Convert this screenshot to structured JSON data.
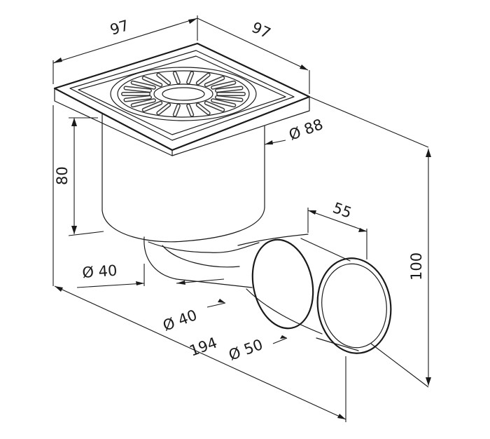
{
  "dimensions": {
    "top_left_width": "97",
    "top_right_depth": "97",
    "height_body": "80",
    "diameter_body": "Ø 88",
    "diameter_outlet_left": "Ø 40",
    "diameter_outlet_center": "Ø 40",
    "outlet_length": "55",
    "total_height": "100",
    "total_length": "194",
    "diameter_pipe": "Ø 50"
  }
}
